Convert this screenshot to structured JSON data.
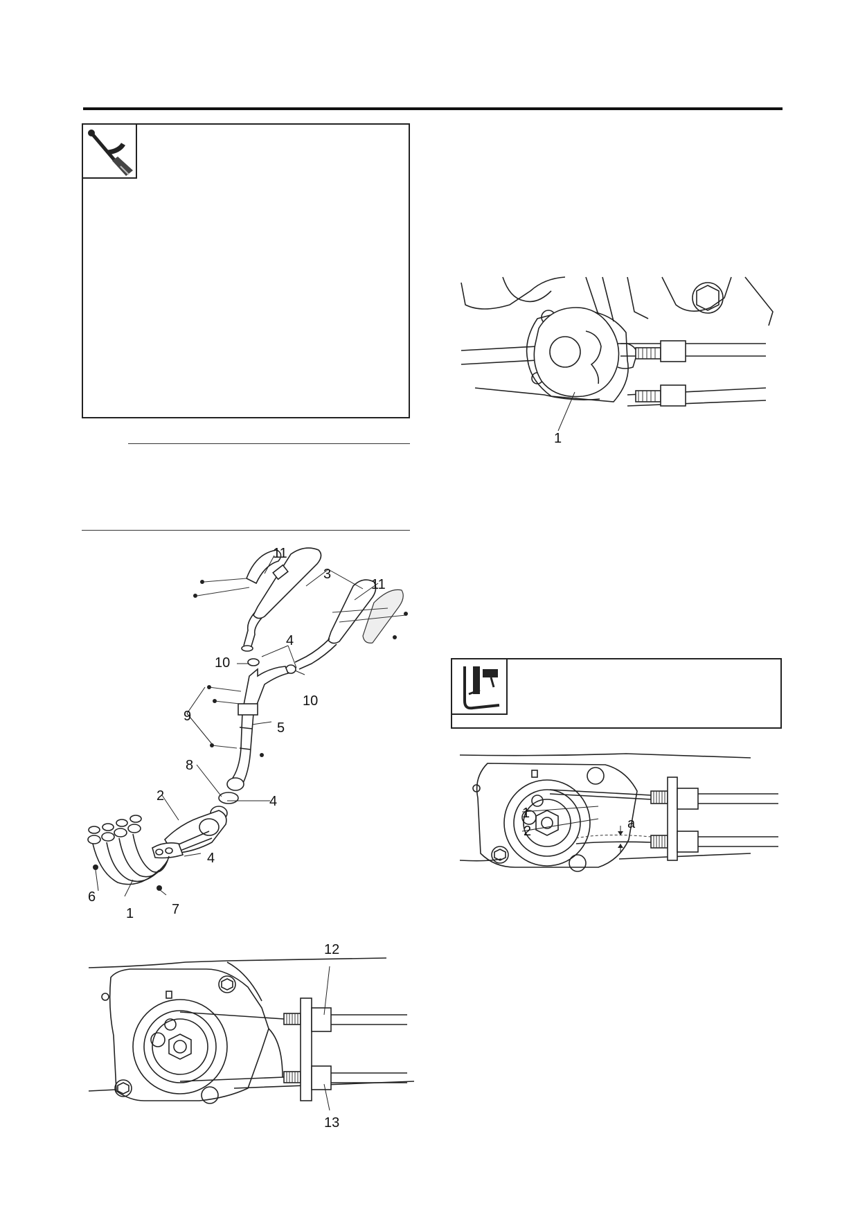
{
  "callouts": {
    "exhaust": [
      "11",
      "3",
      "11",
      "4",
      "10",
      "10",
      "9",
      "5",
      "8",
      "2",
      "4",
      "4",
      "6",
      "1",
      "7"
    ],
    "lower_left": [
      "12",
      "13"
    ],
    "upper_right": [
      "1"
    ],
    "lower_right": [
      "1",
      "2",
      "a"
    ]
  },
  "icons": {
    "torque_wrench": "torque-wrench-icon",
    "caliper": "vernier-caliper-icon"
  }
}
